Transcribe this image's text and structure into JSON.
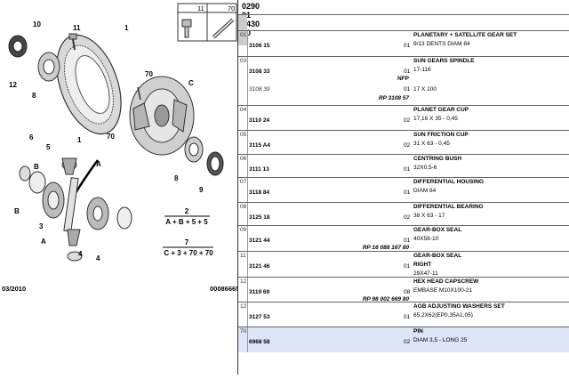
{
  "header": {
    "code_prefix": "0290 01",
    "code_main": "3430",
    "code_suffix": "10",
    "thumb_left": "11",
    "thumb_right": "70"
  },
  "diagram": {
    "labels": [
      "10",
      "11",
      "1",
      "12",
      "8",
      "70",
      "C",
      "6",
      "5",
      "1",
      "A",
      "70",
      "B",
      "B",
      "3",
      "A",
      "4",
      "4",
      "8",
      "9"
    ],
    "formula1": {
      "num": "2",
      "expr": "A + B + 5 + 5"
    },
    "formula2": {
      "num": "7",
      "expr": "C + 3 + 70 + 70"
    },
    "date": "03/2010",
    "doc_ref": "00086665"
  },
  "rows": [
    {
      "ref": "01",
      "part": "3106 15",
      "qty": "01",
      "name": "PLANETARY + SATELLITE GEAR SET",
      "desc": "9/13 DENTS DIAM 84"
    },
    {
      "ref": "03",
      "part": "3108 33",
      "nfp": "NFP",
      "qty": "01",
      "name": "SUN GEARS SPINDLE",
      "desc": "17-116",
      "part2": "3108 39",
      "rp": "RP 3108 57",
      "qty2": "01",
      "desc2": "17 X 100"
    },
    {
      "ref": "04",
      "part": "3110 24",
      "qty": "02",
      "name": "PLANET GEAR CUP",
      "desc": "17,16 X 35 - 0,45"
    },
    {
      "ref": "05",
      "part": "3115 A4",
      "qty": "02",
      "name": "SUN FRICTION CUP",
      "desc": "31 X 63 - 0,45"
    },
    {
      "ref": "06",
      "part": "3111 13",
      "qty": "01",
      "name": "CENTRING BUSH",
      "desc": "32X0,5-6"
    },
    {
      "ref": "07",
      "part": "3118 84",
      "qty": "01",
      "name": "DIFFERENTIAL HOUSING",
      "desc": "DIAM 84"
    },
    {
      "ref": "08",
      "part": "3125 18",
      "qty": "02",
      "name": "DIFFERENTIAL BEARING",
      "desc": "38 X 63 - 17"
    },
    {
      "ref": "09",
      "part": "3121 44",
      "rp": "RP 16 088 167 80",
      "qty": "01",
      "name": "GEAR-BOX SEAL",
      "desc": "40X58-10"
    },
    {
      "ref": "11",
      "part": "3121 46",
      "qty": "01",
      "name": "GEAR-BOX SEAL",
      "name2": "RIGHT",
      "desc": "29X47-11"
    },
    {
      "ref": "12",
      "part": "3119 69",
      "rp": "RP 98 002 669 80",
      "qty": "08",
      "name": "HEX HEAD CAPSCREW",
      "desc": "EMBASE M10X100-21"
    },
    {
      "ref": "12",
      "part": "3127 53",
      "qty": "01",
      "name": "AGB ADJUSTING WASHERS SET",
      "desc": "65,2X62(EP0,35A1,05)"
    },
    {
      "ref": "70",
      "part": "6968 58",
      "qty": "02",
      "name": "PIN",
      "desc": "DIAM 3,5 - LONG 25"
    }
  ]
}
